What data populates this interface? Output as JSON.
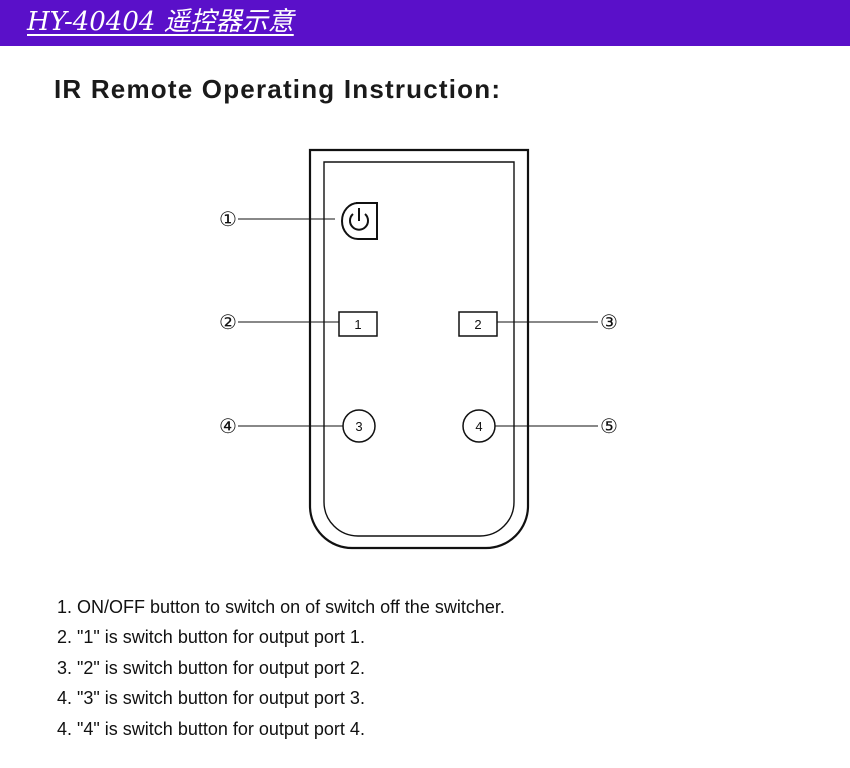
{
  "header": {
    "title": "HY-40404 遥控器示意",
    "background_color": "#5a10c9"
  },
  "section": {
    "heading": "IR Remote Operating Instruction:"
  },
  "remote": {
    "power_button_icon": "power-icon",
    "button_1_label": "1",
    "button_2_label": "2",
    "button_3_label": "3",
    "button_4_label": "4",
    "callouts": {
      "c1": "①",
      "c2": "②",
      "c3": "③",
      "c4": "④",
      "c5": "⑤"
    }
  },
  "instructions": [
    "1. ON/OFF button to switch on of switch off the switcher.",
    "2. \"1\" is switch button for output port 1.",
    "3. \"2\" is switch button for output port 2.",
    "4. \"3\" is switch button for output port 3.",
    "4. \"4\" is switch button for output port 4."
  ]
}
